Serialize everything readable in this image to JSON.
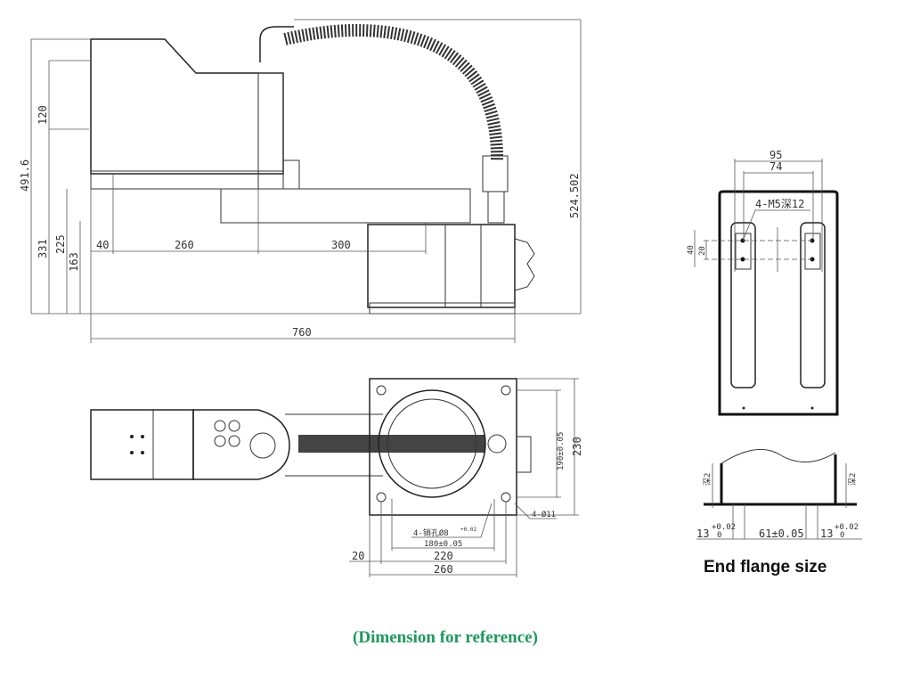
{
  "side_view": {
    "dims": {
      "h_120": "120",
      "h_491_6": "491.6",
      "h_331": "331",
      "h_225": "225",
      "h_163": "163",
      "w_40": "40",
      "w_260": "260",
      "w_300": "300",
      "h_524_502": "524.502",
      "w_760": "760"
    }
  },
  "top_view": {
    "dims": {
      "h_190": "190±0.05",
      "h_230": "230",
      "holes_11": "4-Ø11",
      "pin_holes": "4-销孔Ø8",
      "pin_tol": "+0.02",
      "w_180": "180±0.05",
      "w_20": "20",
      "w_220": "220",
      "w_260": "260"
    }
  },
  "flange": {
    "dims": {
      "w_95": "95",
      "w_74": "74",
      "thread": "4-M5深12",
      "h_40": "40",
      "h_20": "20",
      "depth_left": "深2",
      "depth_right": "深2",
      "w_13_left": "13",
      "tol_left_upper": "+0.02",
      "tol_left_lower": "0",
      "w_61": "61±0.05",
      "w_13_right": "13",
      "tol_right_upper": "+0.02",
      "tol_right_lower": "0"
    },
    "title": "End flange size"
  },
  "caption": "(Dimension for reference)"
}
